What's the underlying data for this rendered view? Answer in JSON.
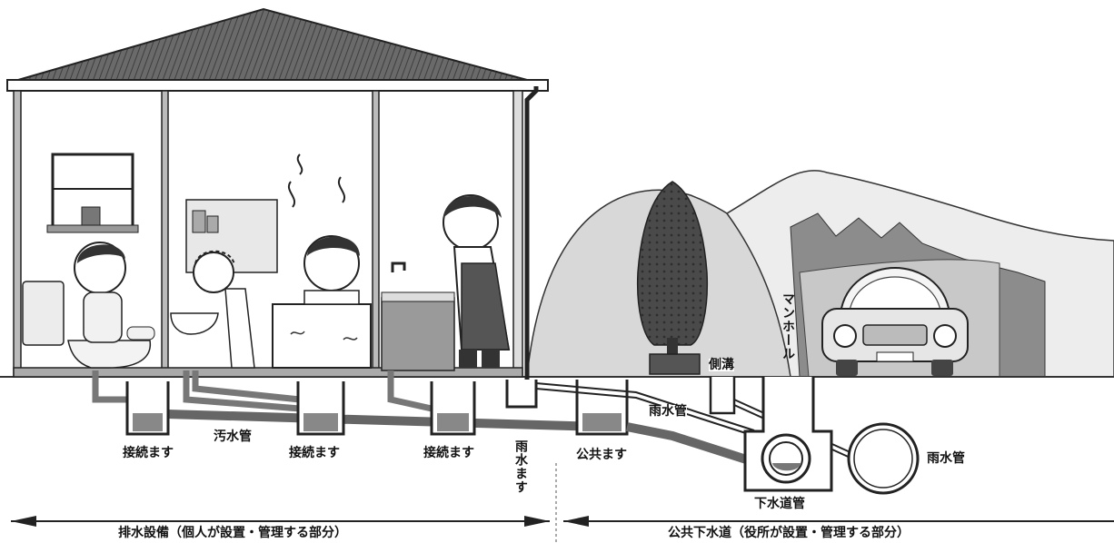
{
  "labels": {
    "connection_box_1": "接続ます",
    "sewage_pipe": "汚水管",
    "connection_box_2": "接続ます",
    "connection_box_3": "接続ます",
    "rain_box": "雨水ます",
    "public_box": "公共ます",
    "side_ditch": "側溝",
    "manhole": "マンホール",
    "rain_pipe_1": "雨水管",
    "rain_pipe_2": "雨水管",
    "sewer_pipe": "下水道管"
  },
  "captions": {
    "private": "排水設備（個人が設置・管理する部分）",
    "public": "公共下水道（役所が設置・管理する部分）"
  }
}
